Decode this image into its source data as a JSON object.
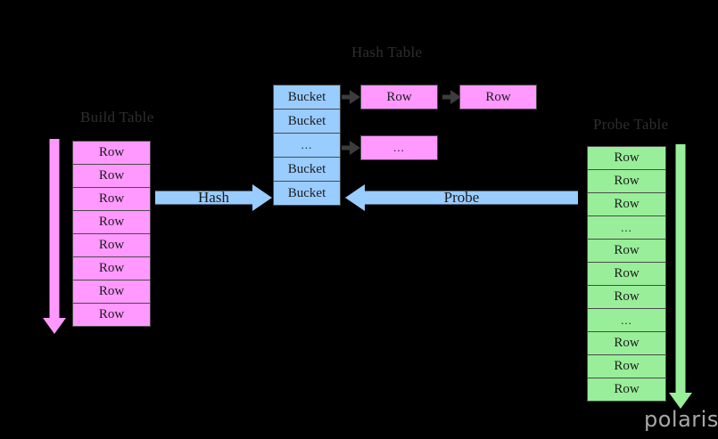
{
  "diagram": {
    "background_color": "#000000",
    "watermark": "polaris",
    "titles": {
      "build": "Build Table",
      "hash": "Hash Table",
      "probe": "Probe Table"
    },
    "flow_labels": {
      "hash": "Hash",
      "probe": "Probe"
    },
    "build_table": {
      "title": "Build Table",
      "color": "#FF99FF",
      "cells": [
        {
          "label": "Row"
        },
        {
          "label": "Row"
        },
        {
          "label": "Row"
        },
        {
          "label": "Row"
        },
        {
          "label": "Row"
        },
        {
          "label": "Row"
        },
        {
          "label": "Row"
        },
        {
          "label": "Row"
        }
      ]
    },
    "hash_table": {
      "title": "Hash Table",
      "bucket_color": "#99CCFF",
      "row_color": "#FF99FF",
      "buckets": [
        {
          "label": "Bucket"
        },
        {
          "label": "Bucket"
        },
        {
          "label": "..."
        },
        {
          "label": "Bucket"
        },
        {
          "label": "Bucket"
        }
      ],
      "chain_rows": [
        {
          "label": "Row"
        },
        {
          "label": "Row"
        },
        {
          "label": "..."
        }
      ]
    },
    "probe_table": {
      "title": "Probe Table",
      "color": "#99EE99",
      "cells": [
        {
          "label": "Row"
        },
        {
          "label": "Row"
        },
        {
          "label": "Row"
        },
        {
          "label": "..."
        },
        {
          "label": "Row"
        },
        {
          "label": "Row"
        },
        {
          "label": "Row"
        },
        {
          "label": "..."
        },
        {
          "label": "Row"
        },
        {
          "label": "Row"
        },
        {
          "label": "Row"
        }
      ]
    }
  }
}
